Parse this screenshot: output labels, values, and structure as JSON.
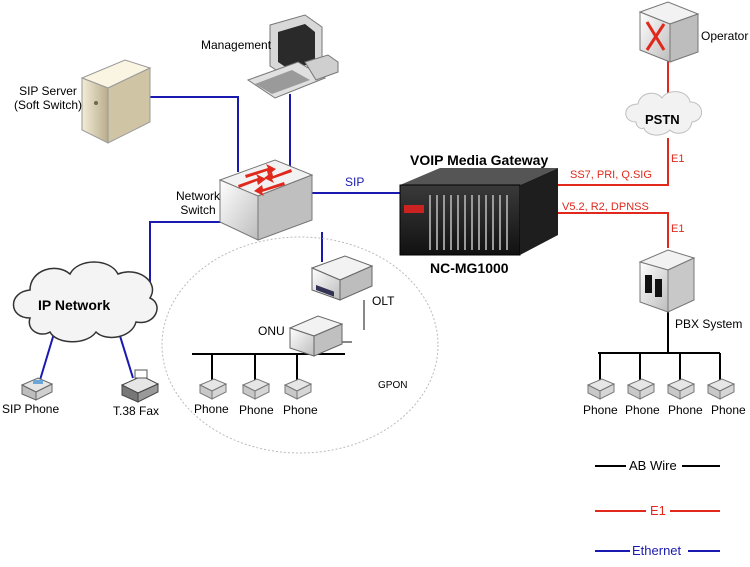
{
  "nodes": {
    "management": "Management",
    "sip_server_line1": "SIP Server",
    "sip_server_line2": "(Soft Switch)",
    "network_switch_line1": "Network",
    "network_switch_line2": "Switch",
    "gateway_title": "VOIP Media Gateway",
    "gateway_model": "NC-MG1000",
    "operator": "Operator",
    "pstn": "PSTN",
    "pbx": "PBX System",
    "ip_network": "IP Network",
    "olt": "OLT",
    "onu": "ONU",
    "gpon": "GPON",
    "sip_phone": "SIP Phone",
    "fax": "T.38 Fax",
    "phone": "Phone"
  },
  "links": {
    "sip": "SIP",
    "e1_top": "E1",
    "e1_bottom": "E1",
    "signaling_top": "SS7, PRI, Q.SIG",
    "signaling_bottom": "V5.2, R2, DPNSS"
  },
  "legend": {
    "items": [
      {
        "label": "AB Wire",
        "color": "#000000"
      },
      {
        "label": "E1",
        "color": "#e0281c"
      },
      {
        "label": "Ethernet",
        "color": "#1a1ab0"
      }
    ]
  },
  "colors": {
    "ab_wire": "#000000",
    "e1": "#e0281c",
    "ethernet": "#1a1ab0"
  }
}
